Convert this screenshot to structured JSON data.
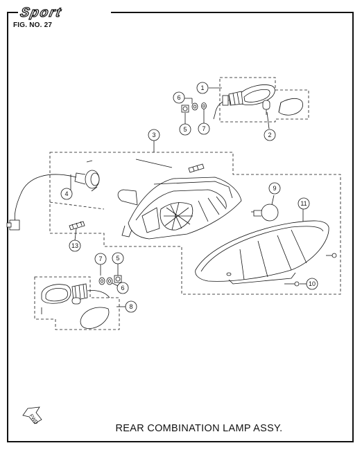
{
  "header": {
    "logo_text": "Sport",
    "figure_label": "FIG. NO. 27"
  },
  "caption": "REAR COMBINATION LAMP ASSY.",
  "fwd_marker": "FWD",
  "callouts": [
    "1",
    "2",
    "3",
    "4",
    "5",
    "6",
    "7",
    "8",
    "9",
    "10",
    "11",
    "13"
  ]
}
